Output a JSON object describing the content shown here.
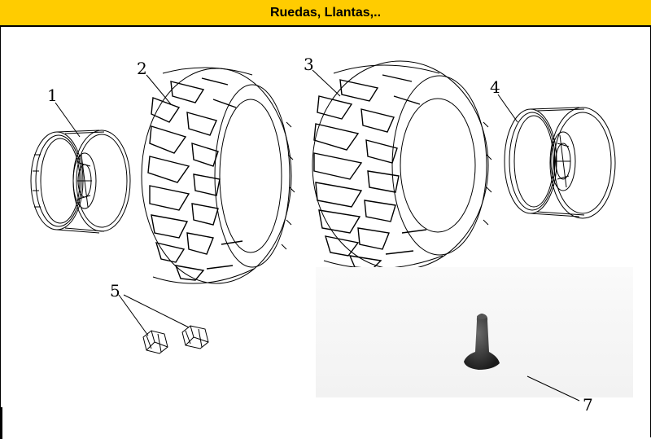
{
  "header": {
    "title": "Ruedas, Llantas,.."
  },
  "parts": [
    {
      "number": "1",
      "name": "rim-left"
    },
    {
      "number": "2",
      "name": "tire-left"
    },
    {
      "number": "3",
      "name": "tire-right"
    },
    {
      "number": "4",
      "name": "rim-right"
    },
    {
      "number": "5",
      "name": "lug-nuts"
    },
    {
      "number": "7",
      "name": "valve-stem"
    }
  ],
  "colors": {
    "header_bg": "#ffcc00",
    "line": "#000000",
    "valve": "#2b2b2b"
  }
}
